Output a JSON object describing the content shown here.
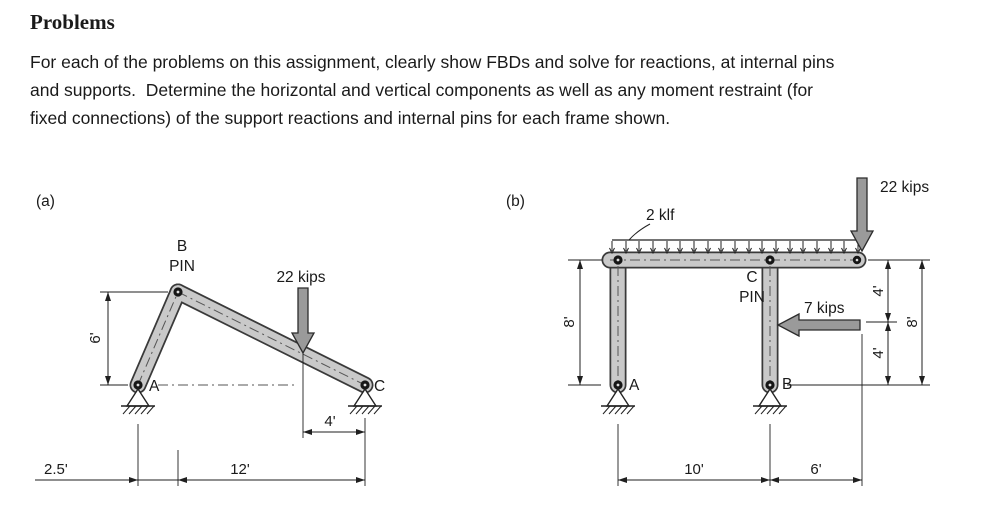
{
  "page": {
    "title": "Problems",
    "instructions_lines": [
      "For each of the problems on this assignment, clearly show FBDs and solve for reactions, at internal pins",
      "and supports.  Determine the horizontal and vertical components as well as any moment restraint (for",
      "fixed connections) of the support reactions and internal pins for each frame shown."
    ]
  },
  "figure_a": {
    "label": "(a)",
    "joint_a": "A",
    "joint_b": "B",
    "joint_b_pin": "PIN",
    "joint_c": "C",
    "point_load": "22 kips",
    "dim_height": "6'",
    "dim_offset": "2.5'",
    "dim_span": "12'",
    "dim_load_offset": "4'"
  },
  "figure_b": {
    "label": "(b)",
    "joint_a": "A",
    "joint_b": "B",
    "joint_c": "C",
    "joint_c_pin": "PIN",
    "distributed_load": "2 klf",
    "point_load_top": "22 kips",
    "point_load_side": "7 kips",
    "dim_left_height": "8'",
    "dim_right_upper": "4'",
    "dim_right_lower": "4'",
    "dim_right_total": "8'",
    "dim_bottom_left": "10'",
    "dim_bottom_right": "6'"
  }
}
